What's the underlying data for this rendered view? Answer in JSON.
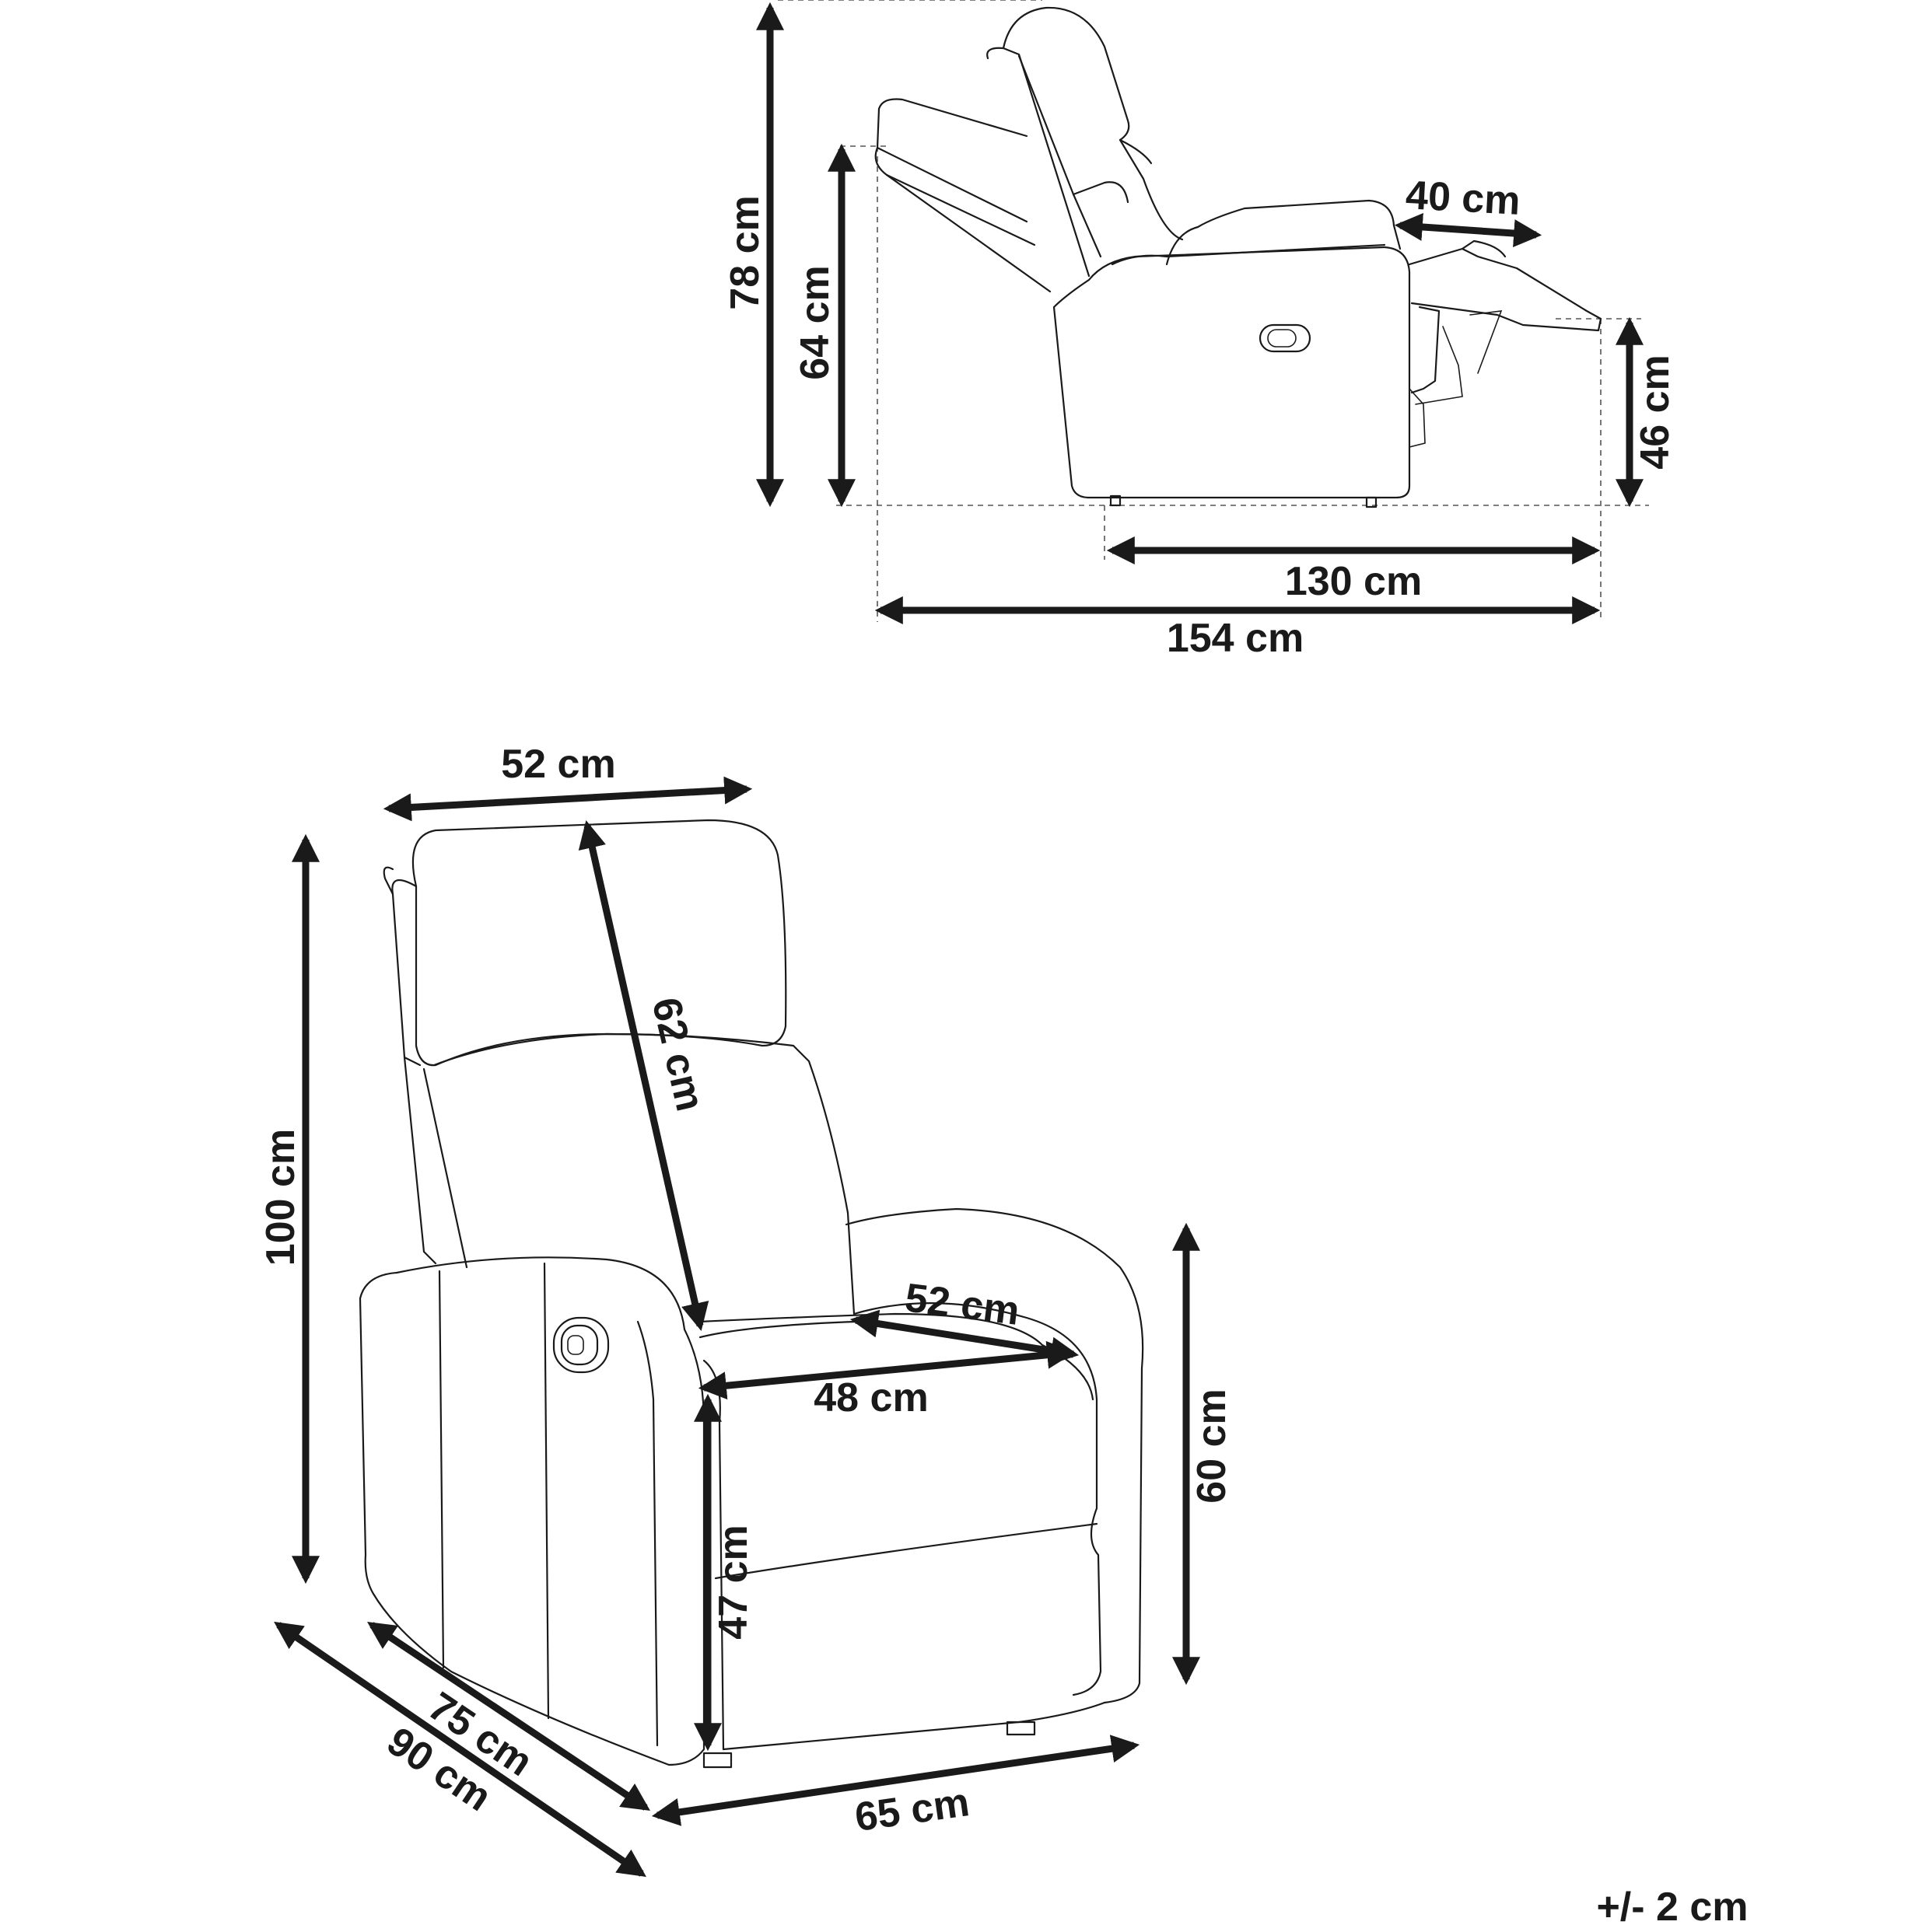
{
  "side_view": {
    "dims": {
      "overall_height": "78 cm",
      "back_height": "64 cm",
      "footrest_extension": "40 cm",
      "footrest_height": "46 cm",
      "seat_depth_extended": "130 cm",
      "total_depth": "154 cm"
    }
  },
  "front_view": {
    "dims": {
      "backrest_width": "52 cm",
      "backrest_height": "62 cm",
      "total_height": "100 cm",
      "seat_depth": "52 cm",
      "seat_width": "48 cm",
      "arm_height": "60 cm",
      "seat_height": "47 cm",
      "depth_small": "75 cm",
      "depth_large": "90 cm",
      "width": "65 cm"
    }
  },
  "tolerance": "+/- 2 cm"
}
